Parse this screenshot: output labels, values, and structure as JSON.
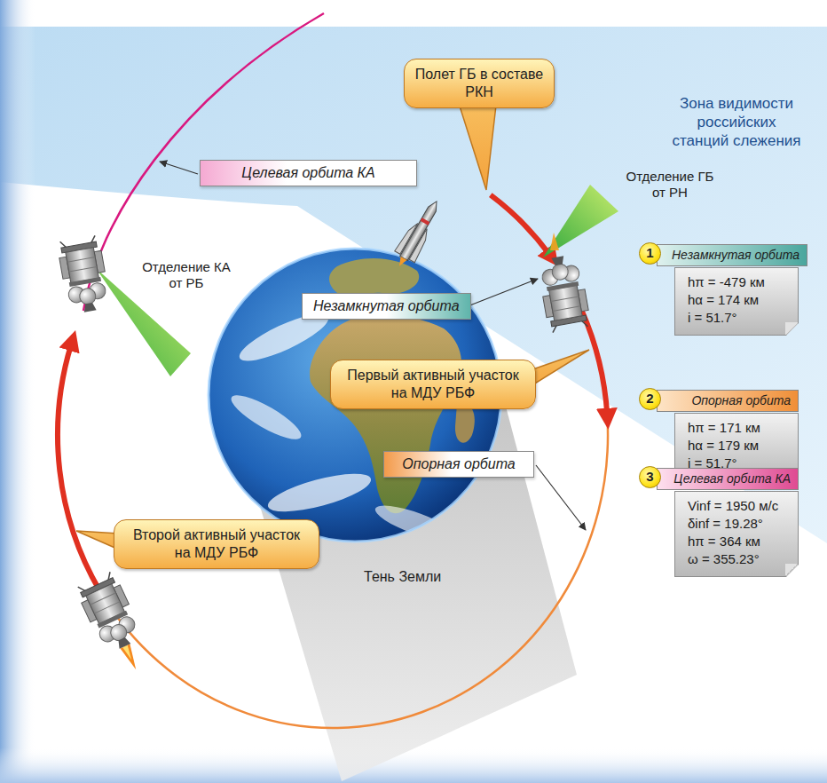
{
  "diagram": {
    "nodes": [
      {
        "text": [
          "Полет ГБ в составе РКН"
        ]
      },
      {
        "text": [
          "Целевая орбита КА"
        ]
      },
      {
        "text": [
          "Незамкнутая орбита"
        ]
      },
      {
        "text": [
          "Первый активный участок на МДУ РБФ"
        ]
      },
      {
        "text": [
          "Второй активный участок на МДУ РБФ"
        ]
      },
      {
        "text": [
          "Опорная орбита"
        ]
      },
      {
        "text": [
          "1"
        ]
      },
      {
        "text": [
          "Незамкнутая орбита"
        ]
      },
      {
        "text": [
          "hπ = -479 км",
          "hα = 174 км",
          "i = 51.7°"
        ]
      },
      {
        "text": [
          "2"
        ]
      },
      {
        "text": [
          "Опорная орбита"
        ]
      },
      {
        "text": [
          "hπ = 171 км",
          "hα = 179 км",
          "i = 51.7°"
        ]
      },
      {
        "text": [
          "3"
        ]
      },
      {
        "text": [
          "Целевая орбита КА"
        ]
      },
      {
        "text": [
          "Vinf = 1950 м/с",
          "δinf = 19.28°",
          "hπ = 364 км",
          "ω = 355.23°"
        ]
      }
    ],
    "labels": [
      "Зона видимости российских станций слежения",
      "Отделение ГБ от РН",
      "Отделение КА от РБ",
      "Тень Земли"
    ]
  }
}
